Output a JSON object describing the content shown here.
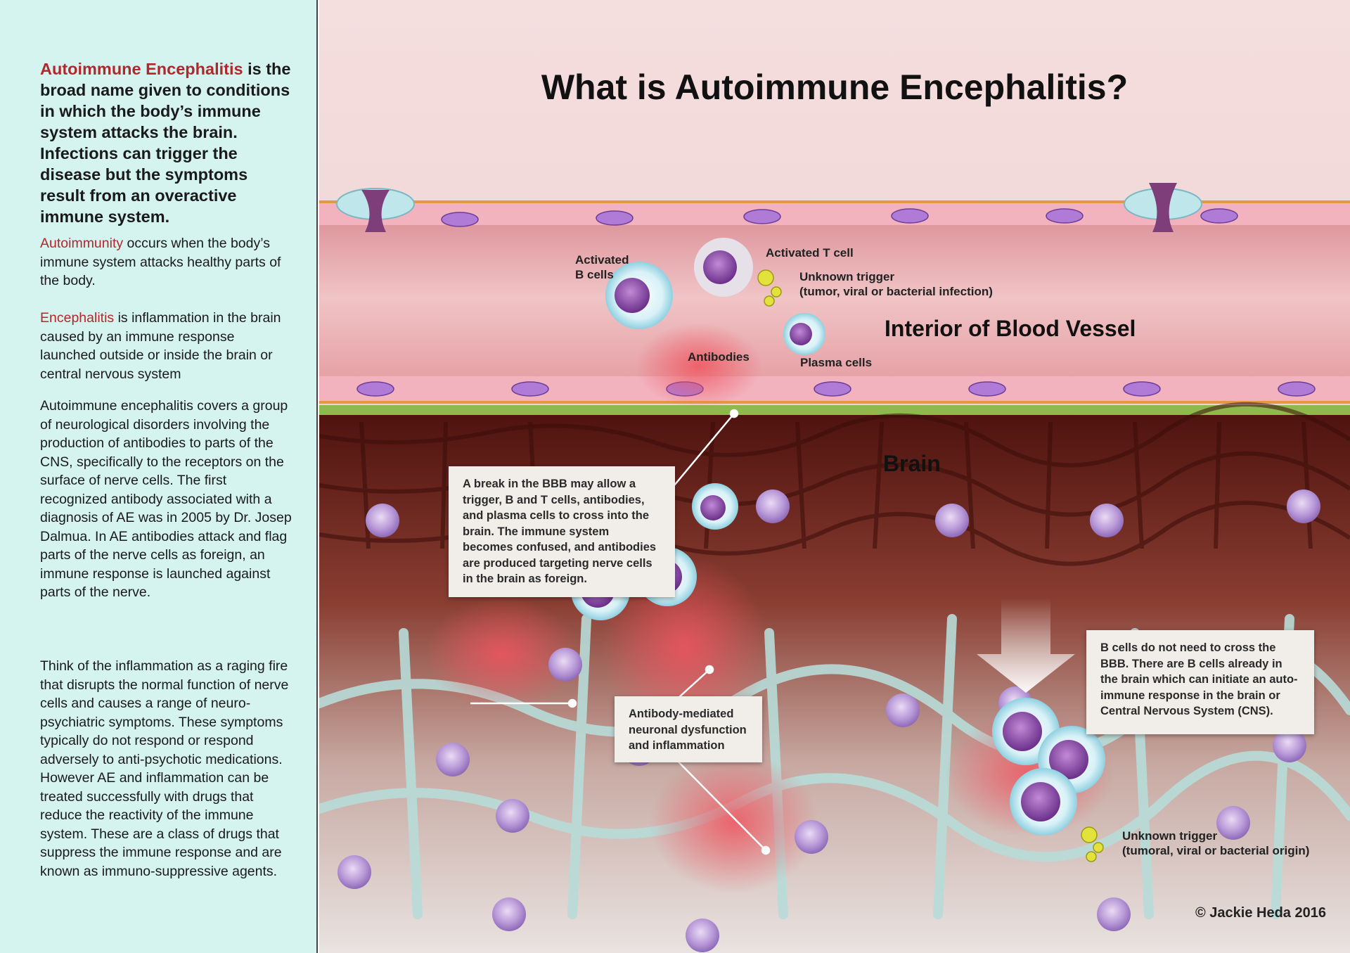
{
  "title": "What is Autoimmune Encephalitis?",
  "left_panel": {
    "intro_term": "Autoimmune Encephalitis",
    "intro_rest": " is the broad name given to conditions in which the body’s immune system attacks the brain. Infections can trigger the disease but the symptoms result from an overactive immune system.",
    "autoimmunity_term": "Autoimmunity",
    "autoimmunity_rest": " occurs when the body’s immune system attacks healthy parts of the body.",
    "encephalitis_term": "Encephalitis",
    "encephalitis_rest": " is inflammation in the brain caused by an immune response launched outside or inside the brain or central nervous system",
    "paragraph_ae": "Autoimmune encephalitis covers a group of neurological disorders involving the production of antibodies to parts of the CNS, specifically to the receptors on the surface of nerve cells. The first recognized antibody associated with a diagnosis of AE was in 2005 by Dr. Josep Dalmua. In AE antibodies attack and flag parts of the nerve cells as foreign, an immune response is launched against parts of the nerve.",
    "paragraph_fire": "Think of the inflammation as a raging fire that disrupts the normal function of nerve cells and causes a range of neuro-psychiatric symptoms. These symptoms typically do not respond or respond adversely to anti-psychotic medications. However AE and inflammation can be treated successfully with drugs that reduce the reactivity of the immune system. These are a class of drugs that suppress the immune response and are known as immuno-suppressive agents."
  },
  "labels": {
    "interior_vessel": "Interior of Blood Vessel",
    "brain": "Brain",
    "activated_b_cells_1": "Activated",
    "activated_b_cells_2": "B cells",
    "activated_t_cell": "Activated T cell",
    "unknown_trigger_1": "Unknown trigger",
    "unknown_trigger_1b": "(tumor, viral or bacterial infection)",
    "antibodies": "Antibodies",
    "plasma_cells": "Plasma cells",
    "unknown_trigger_2": "Unknown trigger",
    "unknown_trigger_2b": "(tumoral, viral or bacterial origin)"
  },
  "callouts": {
    "bbb_break": "A break in the BBB may allow a trigger, B and T cells, antibodies, and plasma cells to cross into the brain. The immune system becomes confused, and antibodies are produced targeting nerve cells in the brain as foreign.",
    "antibody_mediated": "Antibody-mediated neuronal dysfunction and inflammation",
    "b_cells_note": "B cells do not need to cross the BBB. There are B cells already in the brain which can initiate an auto-immune response in the brain or Central Nervous System (CNS)."
  },
  "copyright": "© Jackie Heda 2016",
  "colors": {
    "panel_bg": "#d5f4f0",
    "accent_red": "#b0282c",
    "vessel_pink": "#f0d8da",
    "brain_dark": "#5e1a14",
    "glia_teal": "#b8dcd8"
  }
}
